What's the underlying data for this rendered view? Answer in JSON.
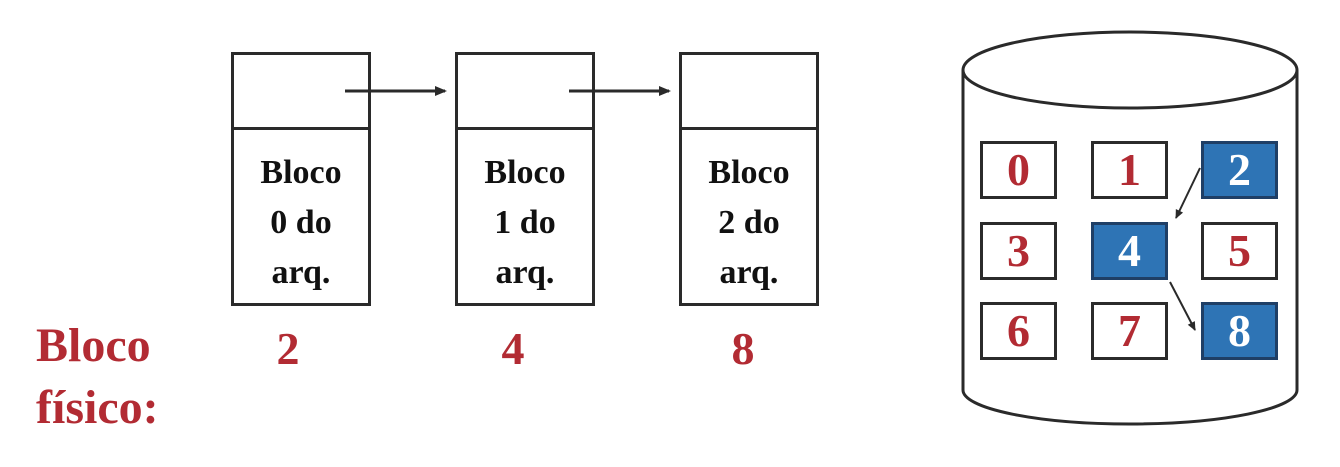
{
  "file_blocks": [
    {
      "line1": "Bloco",
      "line2": "0 do",
      "line3": "arq.",
      "physical": "2"
    },
    {
      "line1": "Bloco",
      "line2": "1 do",
      "line3": "arq.",
      "physical": "4"
    },
    {
      "line1": "Bloco",
      "line2": "2 do",
      "line3": "arq.",
      "physical": "8"
    }
  ],
  "physical_label": {
    "line1": "Bloco",
    "line2": "físico:"
  },
  "disk": {
    "cells": [
      {
        "label": "0",
        "used": false
      },
      {
        "label": "1",
        "used": false
      },
      {
        "label": "2",
        "used": true
      },
      {
        "label": "3",
        "used": false
      },
      {
        "label": "4",
        "used": true
      },
      {
        "label": "5",
        "used": false
      },
      {
        "label": "6",
        "used": false
      },
      {
        "label": "7",
        "used": false
      },
      {
        "label": "8",
        "used": true
      }
    ]
  },
  "colors": {
    "accent_red": "#b22b33",
    "used_block_blue": "#2e74b5",
    "stroke": "#2a2a2a"
  }
}
